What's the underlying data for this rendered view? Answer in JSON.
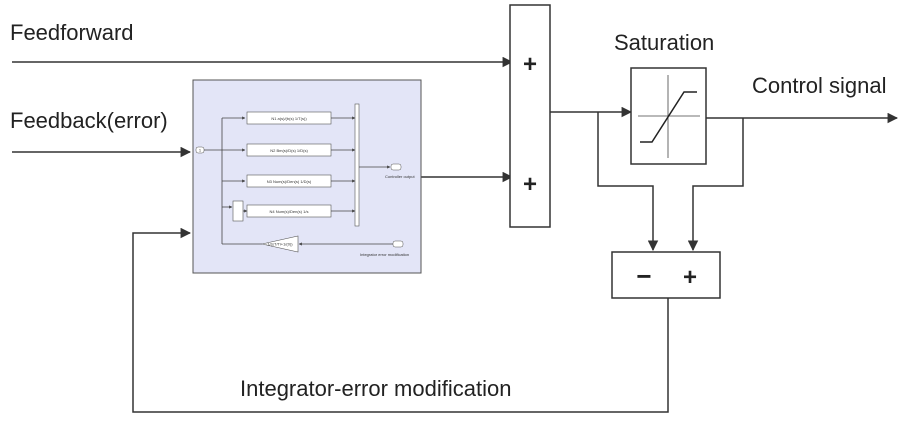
{
  "labels": {
    "feedforward": "Feedforward",
    "feedback": "Feedback(error)",
    "saturation": "Saturation",
    "control_signal": "Control signal",
    "integrator_error": "Integrator-error modification"
  },
  "sum_block": {
    "top_sign": "+",
    "bottom_sign": "+"
  },
  "diff_block": {
    "left_sign": "−",
    "right_sign": "+"
  },
  "subsystem": {
    "colors": {
      "fill": "#e3e5f7",
      "border": "#555555"
    },
    "filters": [
      {
        "text": "N1   a(s)/(b(s)   1/T(s))"
      },
      {
        "text": "N2   Bm(s)/D(s)   1/D(s)"
      },
      {
        "text": "N3   Num(s)/Den(s)   1/D(s)"
      },
      {
        "text": "N4   Num(s)/Den(s)   1/s"
      }
    ],
    "gain_text": "-1/(sT/Ti+1/(0))",
    "in_port": "1",
    "out_port_1": "Controller output",
    "out_port_2": "Integrator error modification"
  }
}
